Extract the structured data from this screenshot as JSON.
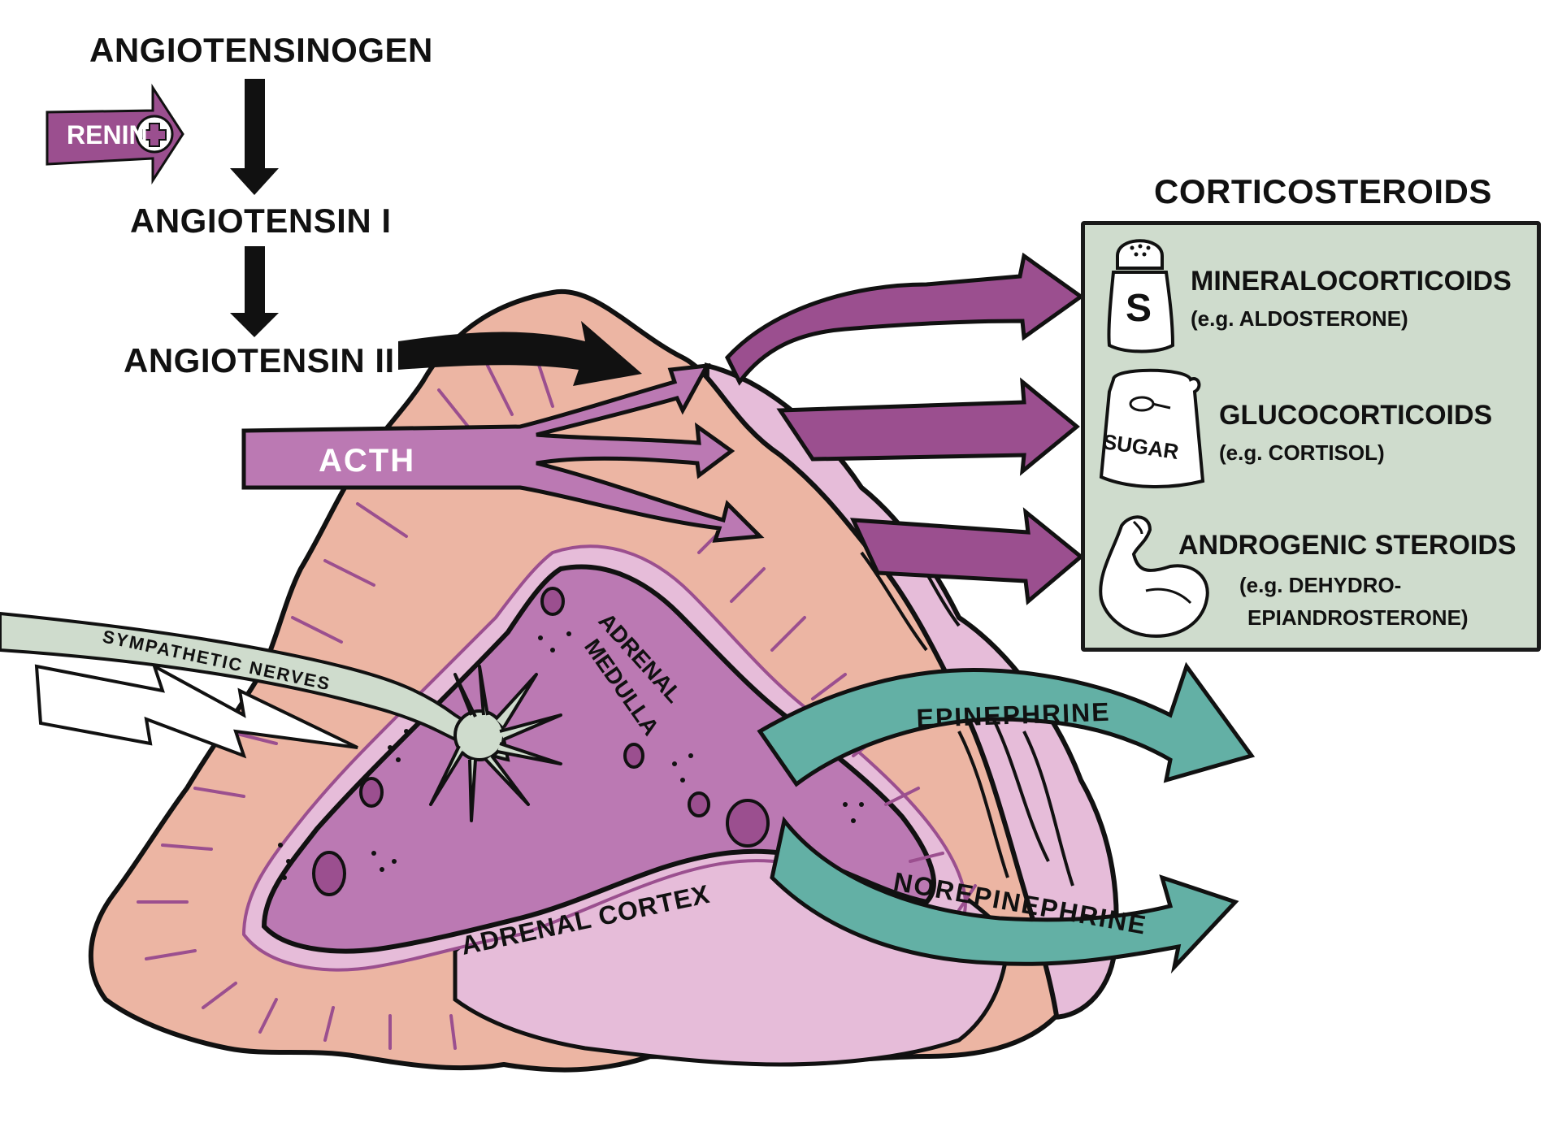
{
  "pathway": {
    "angiotensinogen": "ANGIOTENSINOGEN",
    "renin": "RENIN",
    "renin_sign": "+",
    "angiotensin_1": "ANGIOTENSIN I",
    "angiotensin_2": "ANGIOTENSIN II"
  },
  "inputs": {
    "acth": "ACTH",
    "sympathetic_nerves": "SYMPATHETIC NERVES"
  },
  "regions": {
    "adrenal_medulla_line1": "ADRENAL",
    "adrenal_medulla_line2": "MEDULLA",
    "adrenal_cortex": "ADRENAL CORTEX"
  },
  "corticosteroids": {
    "title": "CORTICOSTEROIDS",
    "items": [
      {
        "name": "MINERALOCORTICOIDS",
        "example": "(e.g. ALDOSTERONE)",
        "example2": "",
        "icon": "salt-shaker-icon",
        "icon_text": "S"
      },
      {
        "name": "GLUCOCORTICOIDS",
        "example": "(e.g. CORTISOL)",
        "example2": "",
        "icon": "sugar-bag-icon",
        "icon_text": "SUGAR"
      },
      {
        "name": "ANDROGENIC STEROIDS",
        "example": "(e.g. DEHYDRO-",
        "example2": "EPIANDROSTERONE)",
        "icon": "flexed-arm-icon",
        "icon_text": ""
      }
    ]
  },
  "medulla_outputs": {
    "epinephrine": "EPINEPHRINE",
    "norepinephrine": "NOREPINEPHRINE"
  },
  "colors": {
    "cortex_peach": "#ecb5a3",
    "capsule_pink": "#e6bcd9",
    "medulla_purple": "#bb79b3",
    "arrow_purple": "#9b4f8f",
    "acth_purple": "#bb79b3",
    "teal": "#63b0a5",
    "nerve_green": "#cfdccd",
    "box_green": "#cfdccd",
    "outline": "#111111"
  }
}
